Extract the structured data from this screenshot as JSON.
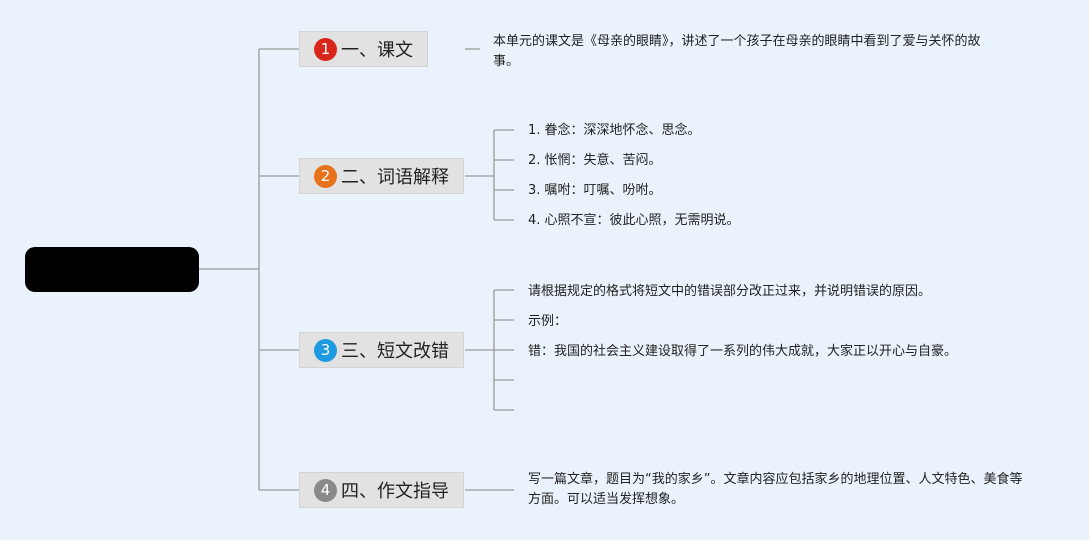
{
  "root": {
    "label": ""
  },
  "branches": [
    {
      "number": "1",
      "label": "一、课文",
      "badge_color": "#d9261c",
      "children": [
        "本单元的课文是《母亲的眼睛》，讲述了一个孩子在母亲的眼睛中看到了爱与关怀的故事。"
      ]
    },
    {
      "number": "2",
      "label": "二、词语解释",
      "badge_color": "#e8711c",
      "children": [
        "1. 眷念：深深地怀念、思念。",
        "2. 怅惘：失意、苦闷。",
        "3. 嘱咐：叮嘱、吩咐。",
        "4. 心照不宣：彼此心照，无需明说。"
      ]
    },
    {
      "number": "3",
      "label": "三、短文改错",
      "badge_color": "#1e9be0",
      "children": [
        "请根据规定的格式将短文中的错误部分改正过来，并说明错误的原因。",
        "示例：",
        "错：我国的社会主义建设取得了一系列的伟大成就，大家正以开心与自豪。",
        "",
        ""
      ]
    },
    {
      "number": "4",
      "label": "四、作文指导",
      "badge_color": "#8a8a8a",
      "children": [
        "写一篇文章，题目为“我的家乡”。文章内容应包括家乡的地理位置、人文特色、美食等方面。可以适当发挥想象。"
      ]
    }
  ]
}
